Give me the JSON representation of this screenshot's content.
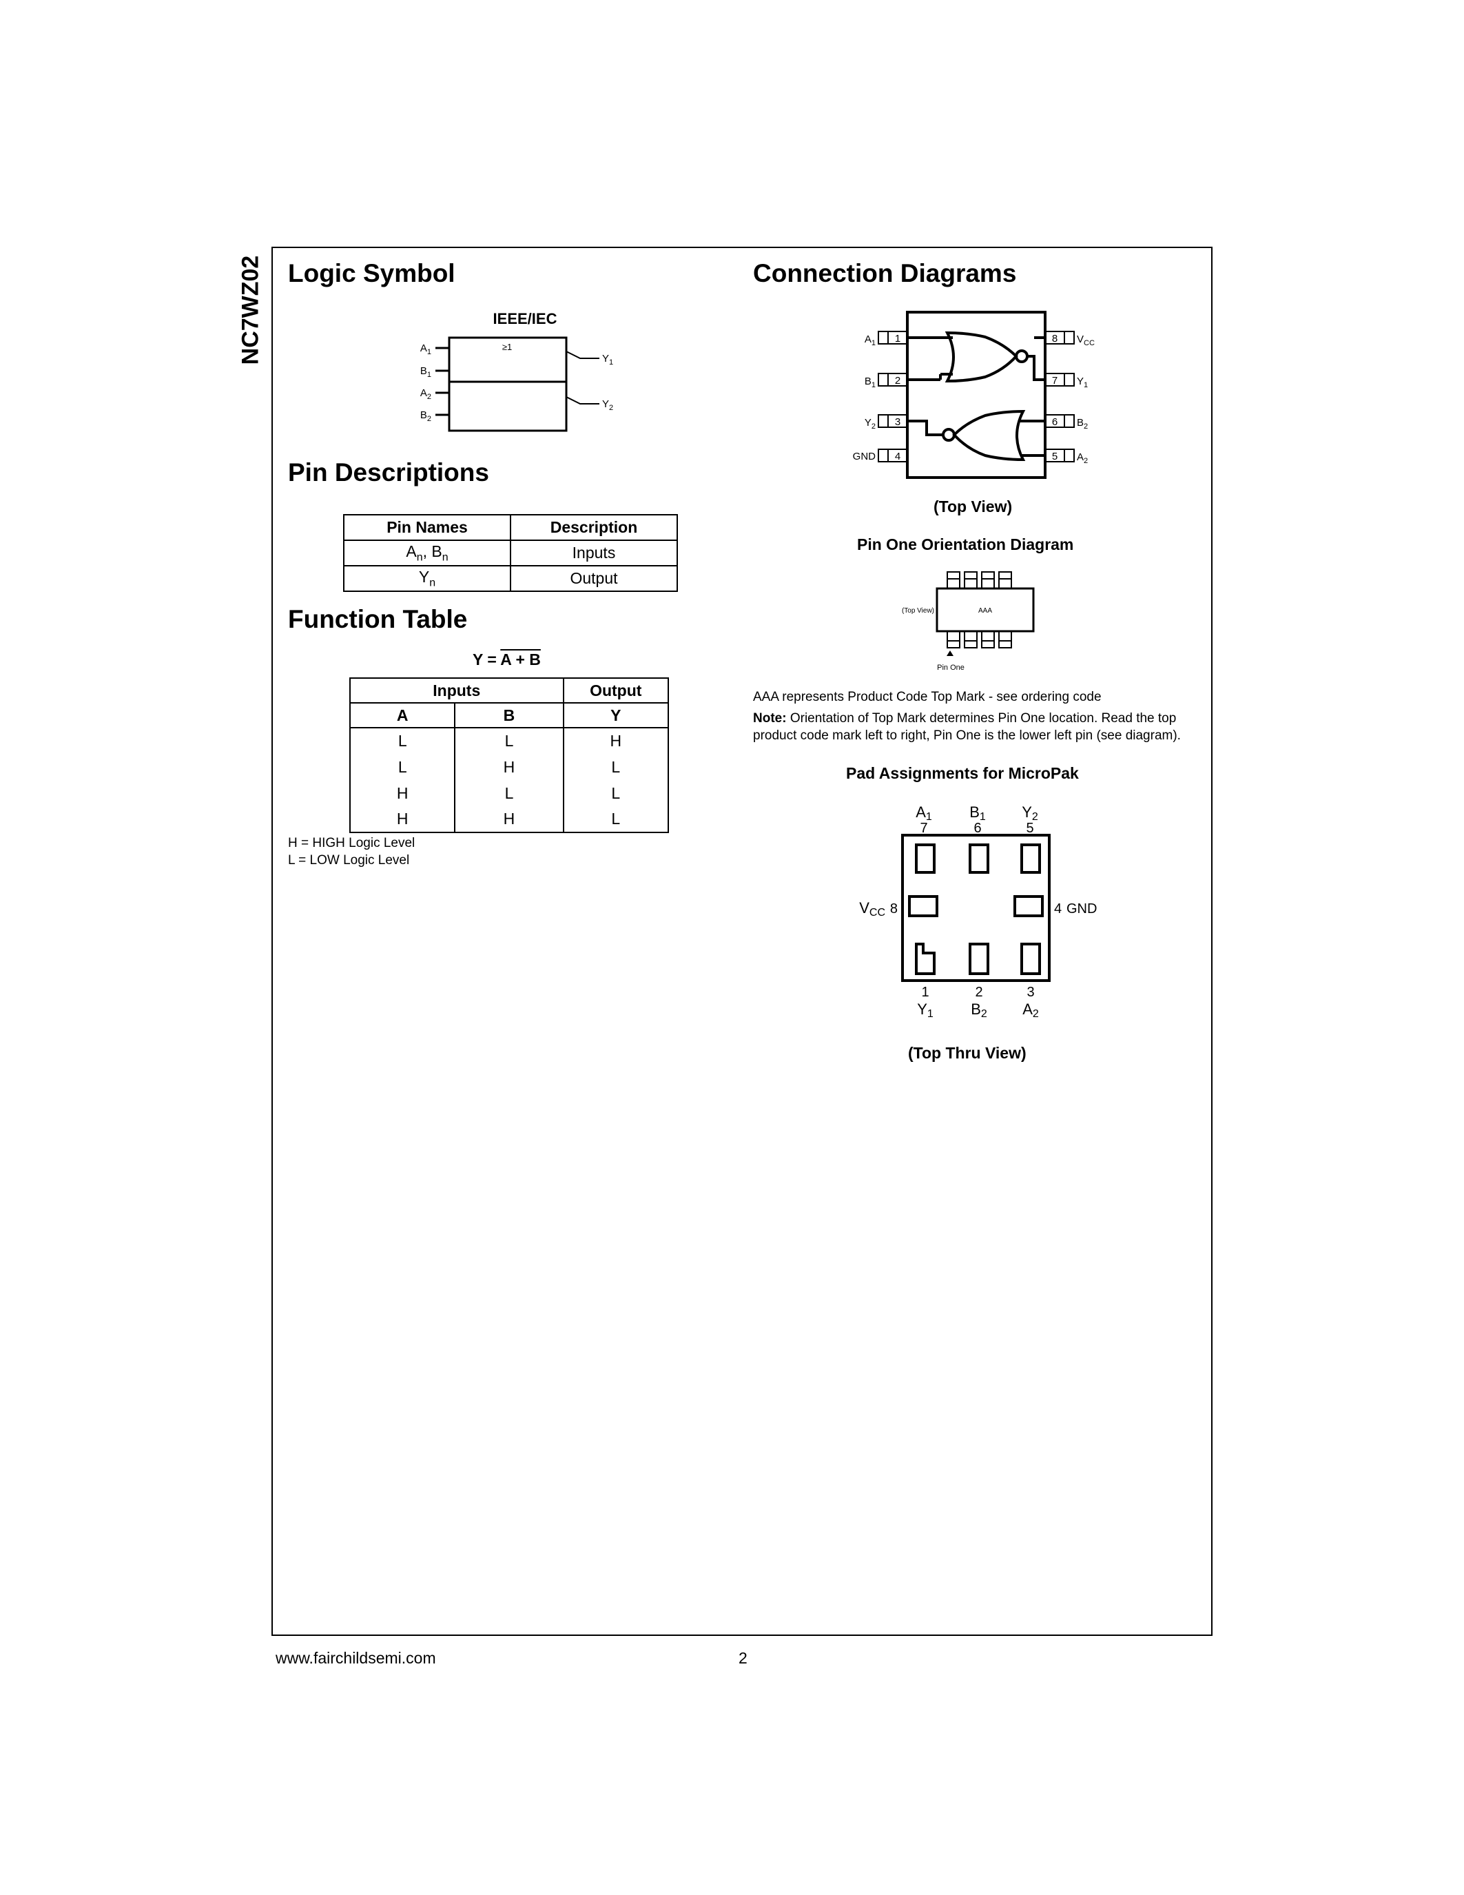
{
  "part_number": "NC7WZ02",
  "logic_symbol": {
    "heading": "Logic Symbol",
    "standard": "IEEE/IEC",
    "gate_mark": "≥1",
    "inputs": [
      {
        "name": "A",
        "sub": "1"
      },
      {
        "name": "B",
        "sub": "1"
      },
      {
        "name": "A",
        "sub": "2"
      },
      {
        "name": "B",
        "sub": "2"
      }
    ],
    "outputs": [
      {
        "name": "Y",
        "sub": "1"
      },
      {
        "name": "Y",
        "sub": "2"
      }
    ]
  },
  "pin_descriptions": {
    "heading": "Pin Descriptions",
    "headers": [
      "Pin Names",
      "Description"
    ],
    "rows": [
      {
        "pin": "A",
        "pin_sub": "n",
        "sep": ", ",
        "pin2": "B",
        "pin2_sub": "n",
        "desc": "Inputs"
      },
      {
        "pin": "Y",
        "pin_sub": "n",
        "desc": "Output"
      }
    ]
  },
  "function_table": {
    "heading": "Function Table",
    "equation_lhs": "Y = ",
    "equation_rhs": "A + B",
    "group_headers": [
      "Inputs",
      "Output"
    ],
    "col_headers": [
      "A",
      "B",
      "Y"
    ],
    "rows": [
      [
        "L",
        "L",
        "H"
      ],
      [
        "L",
        "H",
        "L"
      ],
      [
        "H",
        "L",
        "L"
      ],
      [
        "H",
        "H",
        "L"
      ]
    ],
    "legend": [
      "H = HIGH Logic Level",
      "L = LOW Logic Level"
    ]
  },
  "connection_diagrams": {
    "heading": "Connection Diagrams",
    "left_pins": [
      {
        "num": "1",
        "name": "A",
        "sub": "1"
      },
      {
        "num": "2",
        "name": "B",
        "sub": "1"
      },
      {
        "num": "3",
        "name": "Y",
        "sub": "2"
      },
      {
        "num": "4",
        "name": "GND",
        "sub": ""
      }
    ],
    "right_pins": [
      {
        "num": "8",
        "name": "V",
        "sub": "CC"
      },
      {
        "num": "7",
        "name": "Y",
        "sub": "1"
      },
      {
        "num": "6",
        "name": "B",
        "sub": "2"
      },
      {
        "num": "5",
        "name": "A",
        "sub": "2"
      }
    ],
    "view_label": "(Top View)"
  },
  "pin_one_orientation": {
    "title": "Pin One Orientation Diagram",
    "top_view_label": "(Top View)",
    "mark": "AAA",
    "pin_one_label": "Pin One",
    "note_line": "AAA represents Product Code Top Mark - see ordering code",
    "note_label": "Note:",
    "note_text_1": " Orientation of Top Mark determines Pin One location. Read the top",
    "note_text_2": "product code mark left to right, Pin One is the lower left pin (see diagram)."
  },
  "micropak": {
    "title": "Pad Assignments for MicroPak",
    "top_labels": [
      {
        "name": "A",
        "sub": "1",
        "num": "7"
      },
      {
        "name": "B",
        "sub": "1",
        "num": "6"
      },
      {
        "name": "Y",
        "sub": "2",
        "num": "5"
      }
    ],
    "bottom_labels": [
      {
        "name": "Y",
        "sub": "1",
        "num": "1"
      },
      {
        "name": "B",
        "sub": "2",
        "num": "2"
      },
      {
        "name": "A",
        "sub": "2",
        "num": "3"
      }
    ],
    "left_label": {
      "name": "V",
      "sub": "CC",
      "num": "8"
    },
    "right_label": {
      "num": "4",
      "name": "GND"
    },
    "view_label": "(Top Thru View)"
  },
  "footer": {
    "url": "www.fairchildsemi.com",
    "page_number": "2"
  }
}
